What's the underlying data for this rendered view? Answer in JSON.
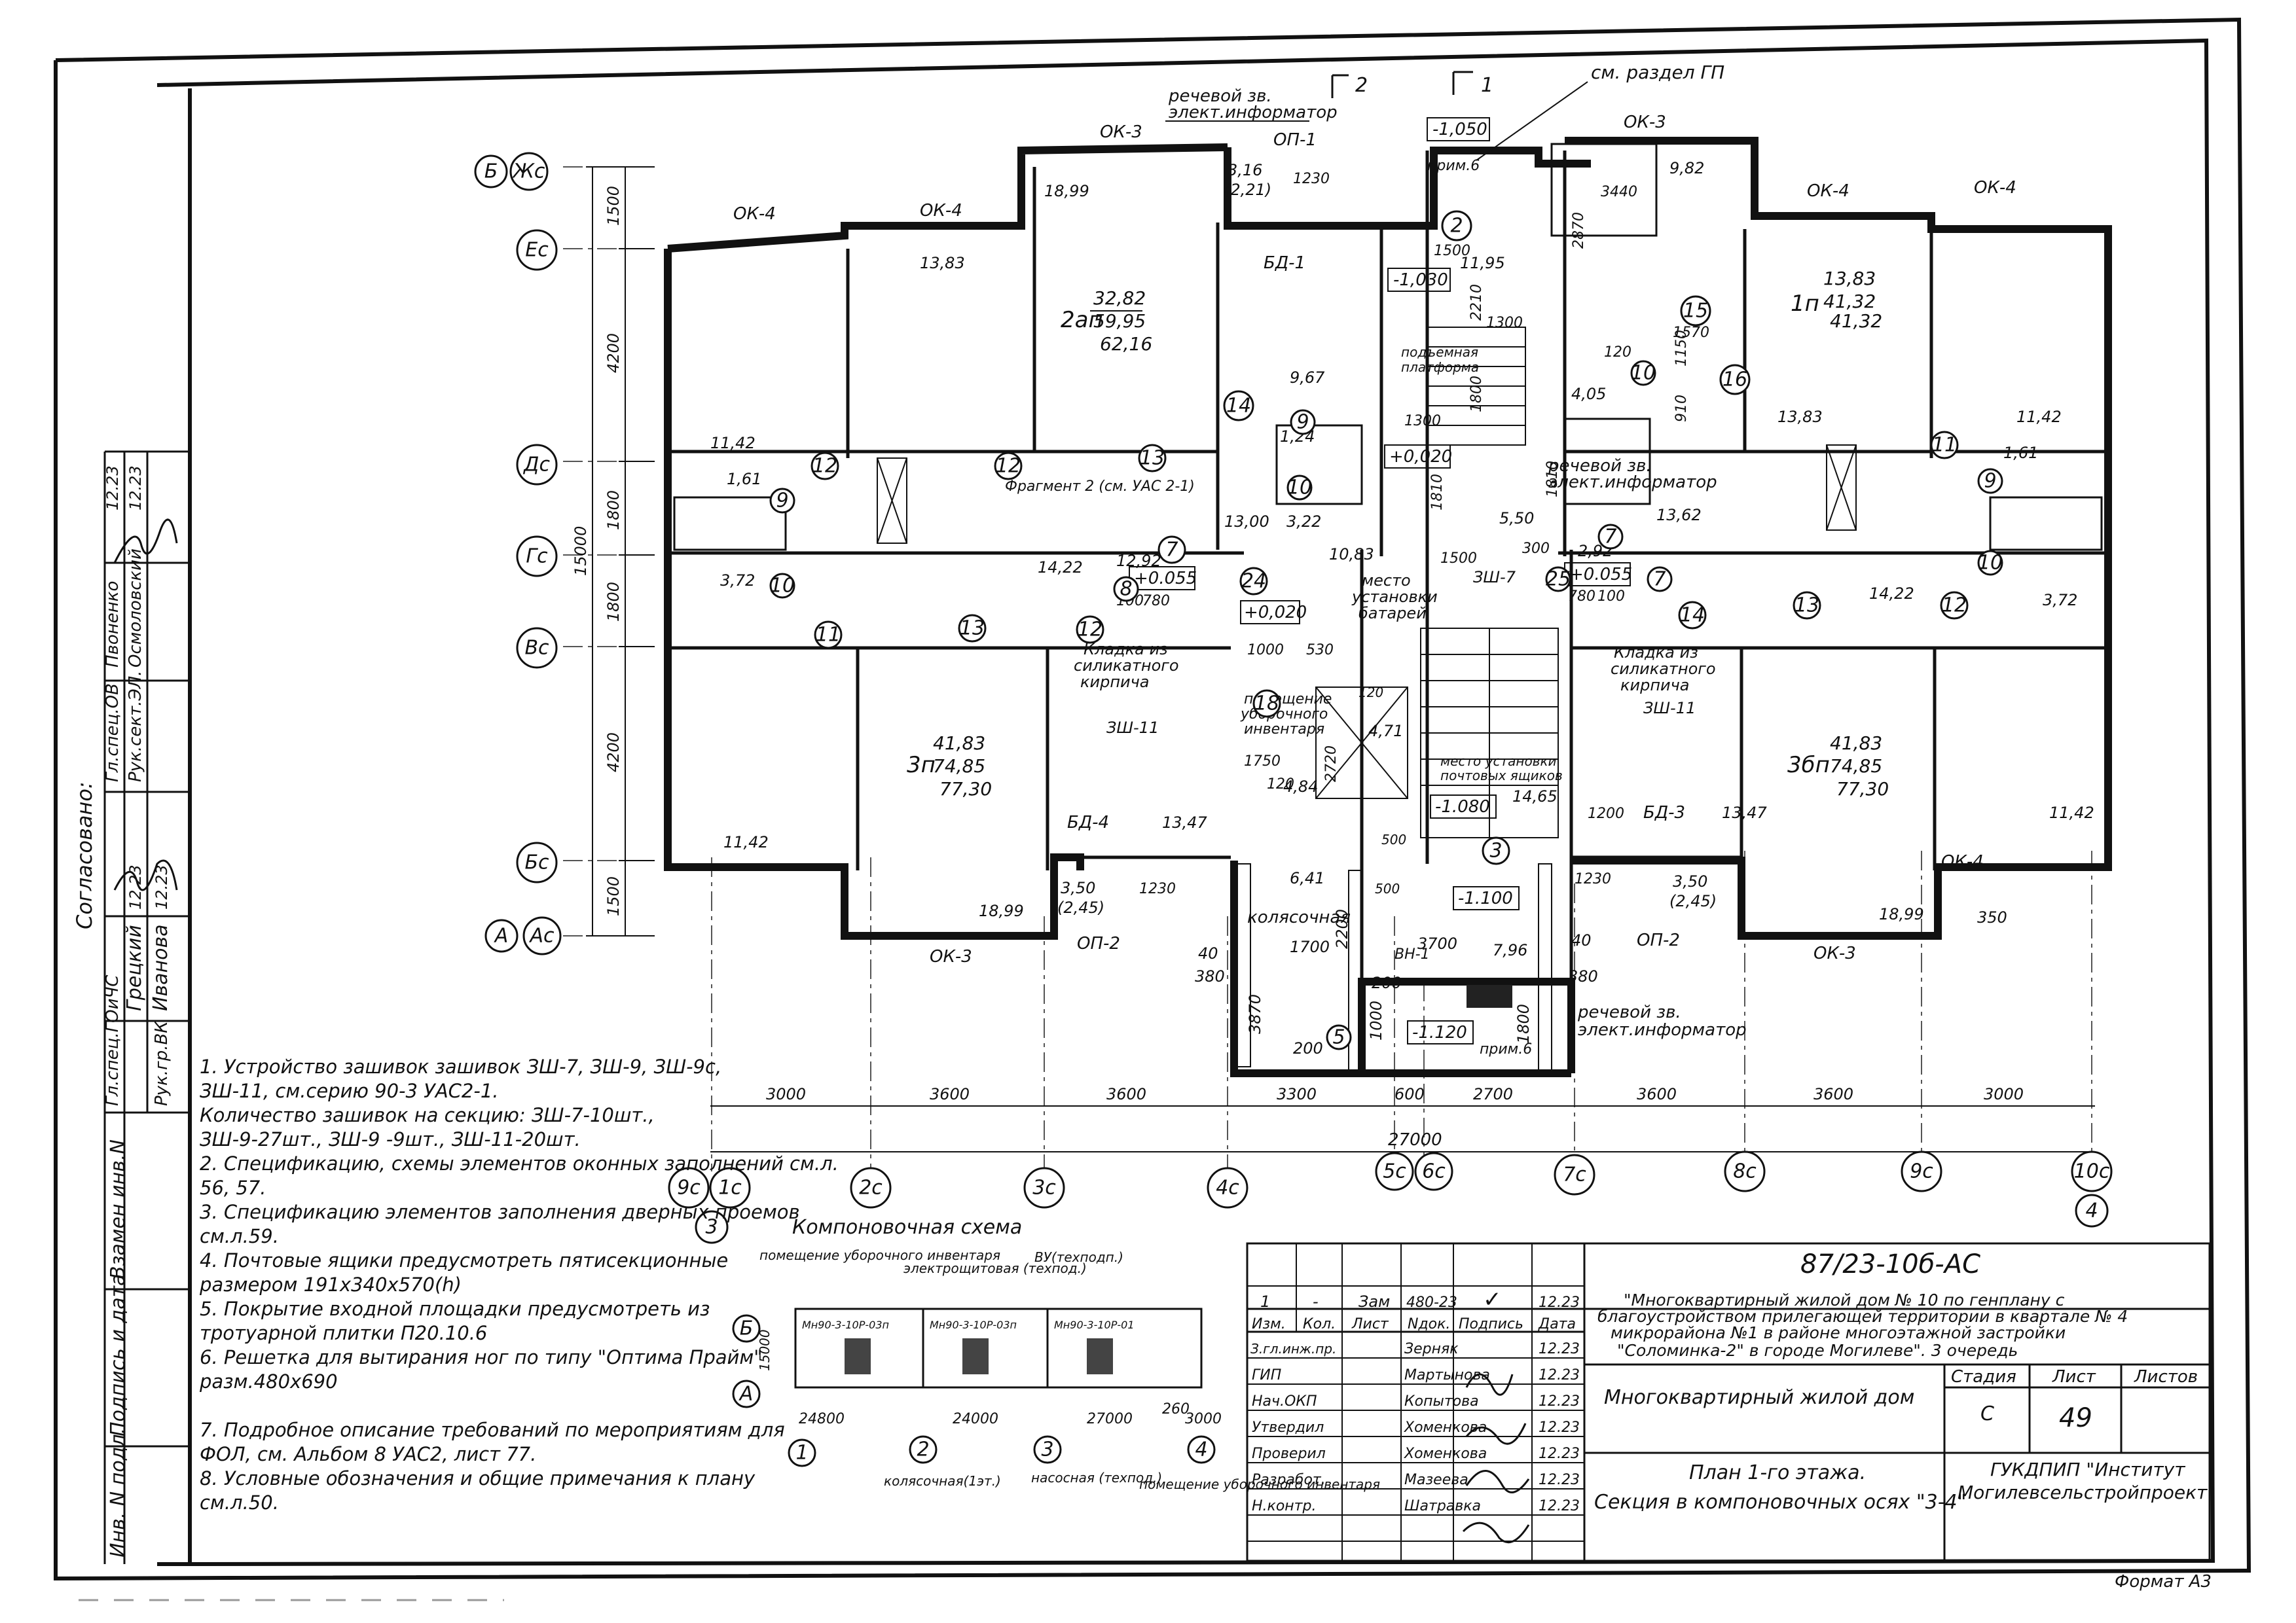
{
  "sheet": {
    "doc_code": "87/23-10б-АС",
    "project": [
      "\"Многоквартирный жилой дом № 10 по генплану с",
      "благоустройством прилегающей территории в квартале № 4",
      "микрорайона №1 в районе многоэтажной застройки",
      "\"Соломинка-2\" в городе Могилеве\". 3 очередь"
    ],
    "object": "Многоквартирный жилой дом",
    "sheet_title": [
      "План 1-го этажа.",
      "Секция в компоновочных осях \"3-4\""
    ],
    "stage_label": "Стадия",
    "stage": "С",
    "sheet_label": "Лист",
    "sheet_no": "49",
    "sheets_label": "Листов",
    "org": [
      "ГУКДПИП \"Институт",
      "Могилевсельстройпроект\""
    ],
    "format": "Формат А3",
    "rev_row": {
      "n": "1",
      "kol": "-",
      "list": "Зам",
      "ndoc": "480-23",
      "podp": "✓",
      "date": "12.23"
    },
    "headers": {
      "izm": "Изм.",
      "kol": "Кол.",
      "list": "Лист",
      "ndoc": "Nдок.",
      "podp": "Подпись",
      "date": "Дата"
    },
    "signers": [
      {
        "role": "З.гл.инж.пр.",
        "name": "Зерняк",
        "date": "12.23"
      },
      {
        "role": "ГИП",
        "name": "Мартынова",
        "date": "12.23"
      },
      {
        "role": "Нач.ОКП",
        "name": "Копытова",
        "date": "12.23"
      },
      {
        "role": "Утвердил",
        "name": "Хоменкова",
        "date": "12.23"
      },
      {
        "role": "Проверил",
        "name": "Хоменкова",
        "date": "12.23"
      },
      {
        "role": "Разработ.",
        "name": "Мазеева",
        "date": "12.23"
      },
      {
        "role": "Н.контр.",
        "name": "Шатравка",
        "date": "12.23"
      }
    ]
  },
  "left_stamp": {
    "agreed": "Согласовано:",
    "rows": [
      {
        "role": "Гл.спец.ОВ",
        "name": "Пвоненко",
        "date": "12.23"
      },
      {
        "role": "Рук.сект.ЭЛ.",
        "name": "Осмоловский",
        "date": "12.23"
      },
      {
        "role": "Гл.спец.ГОиЧС",
        "name": "Грецкий",
        "date": "12.23"
      },
      {
        "role": "Рук.гр.ВК",
        "name": "Иванова",
        "date": "12.23"
      }
    ],
    "inv_cols": [
      "Взамен инв.N",
      "Подпись и дата",
      "Инв. N подл."
    ]
  },
  "notes": [
    "1. Устройство зашивок зашивок ЗШ-7, ЗШ-9, ЗШ-9с,",
    "ЗШ-11, см.серию 90-3 УАС2-1.",
    "Количество зашивок на секцию:  ЗШ-7-10шт.,",
    "ЗШ-9-27шт., ЗШ-9 -9шт., ЗШ-11-20шт.",
    "2. Спецификацию, схемы элементов оконных заполнений см.л.",
    "56, 57.",
    "3. Спецификацию элементов заполнения дверных проемов",
    "см.л.59.",
    "4. Почтовые ящики предусмотреть пятисекционные",
    "размером 191х340х570(h)",
    "5. Покрытие входной площадки предусмотреть из",
    "тротуарной плитки П20.10.6",
    "6. Решетка для вытирания ног  по типу \"Оптима Прайм\"",
    "разм.480х690",
    "",
    "7. Подробное описание требований по мероприятиям  для",
    "ФОЛ, см. Альбом 8 УАС2, лист 77.",
    "8. Условные обозначения и общие примечания к плану",
    "см.л.50."
  ],
  "scheme": {
    "title": "Компоновочная схема",
    "labels": [
      "помещение уборочного инвентаря",
      "электрощитовая (техпод.)",
      "ВУ(техподп.)",
      "колясочная(1эт.)",
      "насосная (техпод.)",
      "помещение уборочного инвентаря"
    ],
    "blocks": [
      "Мн90-3-10Р-03п",
      "Мн90-3-10Р-03п",
      "Мн90-3-10Р-01"
    ],
    "dims": [
      "24800",
      "24000",
      "27000",
      "260",
      "3000",
      "15000"
    ],
    "axes": [
      "Б",
      "А",
      "1",
      "2",
      "3",
      "4"
    ]
  },
  "plan": {
    "row_axes": [
      "Жс",
      "Ес",
      "Дс",
      "Гс",
      "Вс",
      "Бс",
      "Ас"
    ],
    "row_axes_main": [
      "Б",
      "А"
    ],
    "col_axes": [
      "1с",
      "2с",
      "3с",
      "4с",
      "5с",
      "6с",
      "7с",
      "8с",
      "9с",
      "10с"
    ],
    "col_axes_main": [
      "3",
      "4"
    ],
    "col_axis_extra": "9с",
    "left_dims": [
      "1500",
      "4200",
      "1800",
      "1800",
      "4200",
      "1500"
    ],
    "left_total": "15000",
    "bottom_dims": [
      "3000",
      "3600",
      "3600",
      "3300",
      "600",
      "2700",
      "3600",
      "3600",
      "3000"
    ],
    "bottom_total": "27000",
    "apt_left_top": {
      "name": "2ап",
      "l1": "32,82",
      "l2": "59,95",
      "l3": "62,16"
    },
    "apt_right_top": {
      "name": "1п",
      "l1": "13,83",
      "l2": "41,32",
      "l3": "41,32"
    },
    "apt_left_bot": {
      "name": "3п",
      "l1": "41,83",
      "l2": "74,85",
      "l3": "77,30"
    },
    "apt_right_bot": {
      "name": "3бп",
      "l1": "41,83",
      "l2": "74,85",
      "l3": "77,30"
    },
    "texts": {
      "rech1": "речевой зв.",
      "rech1b": "элект.информатор",
      "rech2": "речевой зв.",
      "rech2b": "элект.информатор",
      "rech3": "речевой зв.",
      "rech3b": "элект.информатор",
      "gp": "см. раздел ГП",
      "lev1": "-1,050",
      "lev2": "-1,030",
      "lev3": "+0,020",
      "lev4": "+0.055",
      "lev5": "+0,020",
      "lev6": "+0.055",
      "lev7": "-1.080",
      "lev8": "-1.100",
      "lev9": "-1.120",
      "prim1": "прим.6",
      "prim2": "прим.6",
      "frag": "Фрагмент 2 (см. УАС 2-1)",
      "batt1": "место",
      "batt2": "установки",
      "batt3": "батарей",
      "box1": "место установки",
      "box2": "почтовых ящиков",
      "kl1": "Кладка из",
      "kl2": "силикатного",
      "kl3": "кирпича",
      "kr1": "Кладка из",
      "kr2": "силикатного",
      "kr3": "кирпича",
      "zsh11a": "ЗШ-11",
      "zsh11b": "ЗШ-11",
      "zsh7": "ЗШ-7",
      "inv1": "помещение",
      "inv2": "уборочного",
      "inv3": "инвентаря",
      "kol": "колясочная",
      "lift1": "подъемная",
      "lift2": "платформа",
      "ok3a": "ОК-3",
      "ok3b": "ОК-3",
      "ok3c": "ОК-3",
      "ok3d": "ОК-3",
      "ok4a": "ОК-4",
      "ok4b": "ОК-4",
      "ok4c": "ОК-4",
      "ok4d": "ОК-4",
      "ok4e": "ОК-4",
      "op1": "ОП-1",
      "op2a": "ОП-2",
      "op2b": "ОП-2",
      "bd1": "БД-1",
      "bd3": "БД-3",
      "bd4": "БД-4",
      "vn": "ВН-1"
    },
    "areas": [
      "18,99",
      "13,83",
      "11,42",
      "1,61",
      "3,72",
      "9,67",
      "1,24",
      "3,22",
      "3,16",
      "(2,21)",
      "11,95",
      "9,82",
      "4,05",
      "13,83",
      "11,42",
      "1,61",
      "3,72",
      "13,00",
      "13,62",
      "14,22",
      "14,22",
      "12,92",
      "2,92",
      "10,83",
      "4,71",
      "14,65",
      "4,84",
      "6,41",
      "11,42",
      "13,47",
      "13,47",
      "18,99",
      "18,99",
      "11,42",
      "3,50",
      "(2,45)",
      "3,50",
      "(2,45)",
      "7,96",
      "5,50"
    ],
    "dims_small": [
      "1230",
      "1500",
      "1300",
      "2210",
      "1300",
      "1800",
      "1570",
      "3440",
      "2870",
      "120",
      "910",
      "1150",
      "1810",
      "1810",
      "1500",
      "300",
      "100",
      "780",
      "780",
      "100",
      "1000",
      "530",
      "120",
      "2720",
      "1750",
      "120",
      "1200",
      "500",
      "500",
      "1230",
      "1230",
      "3700",
      "40",
      "380",
      "3870",
      "1700",
      "2200",
      "1000",
      "200",
      "200",
      "40",
      "380",
      "1800",
      "350"
    ],
    "markers": [
      "2",
      "14",
      "9",
      "10",
      "9",
      "10",
      "12",
      "12",
      "13",
      "11",
      "13",
      "12",
      "7",
      "8",
      "24",
      "18",
      "3",
      "5",
      "15",
      "16",
      "10",
      "11",
      "9",
      "10",
      "7",
      "25",
      "7",
      "14",
      "13",
      "12",
      "1",
      "2"
    ]
  }
}
